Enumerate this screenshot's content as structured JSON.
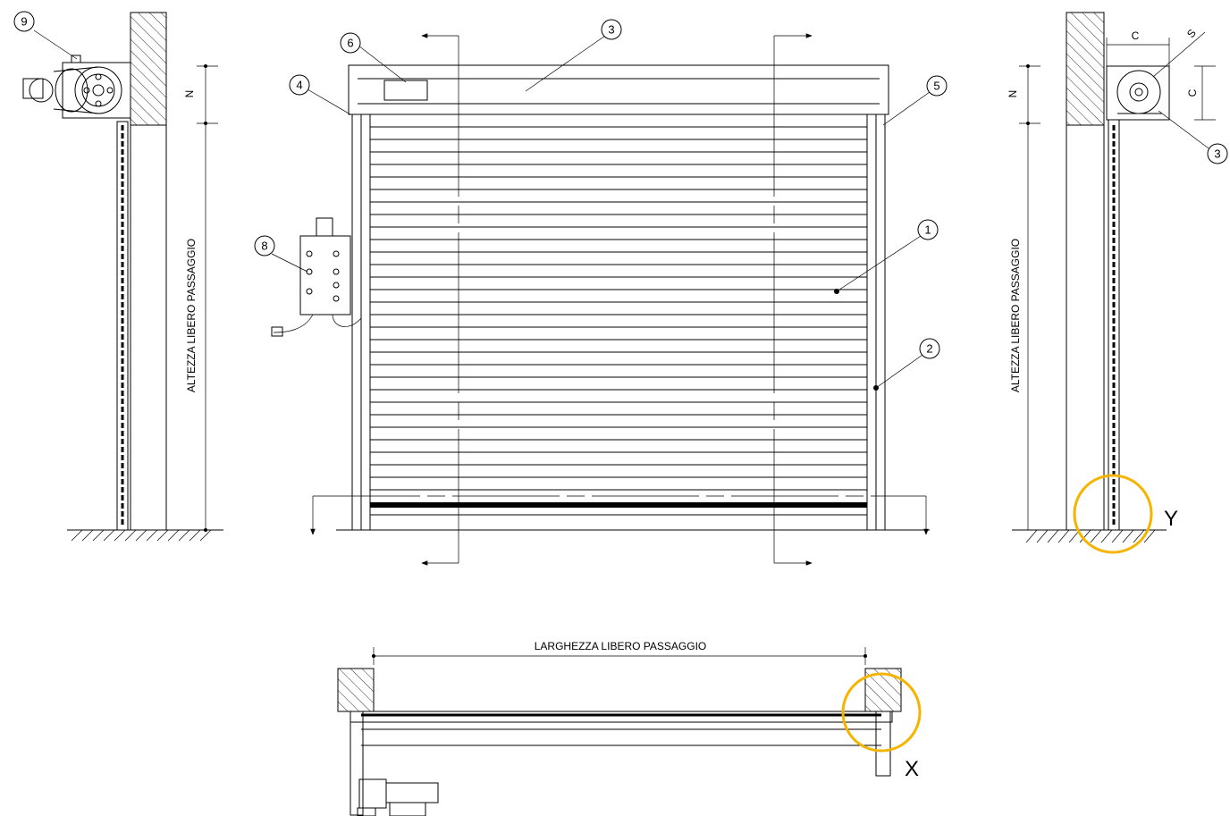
{
  "labels": {
    "altezza_left": "ALTEZZA LIBERO PASSAGGIO",
    "altezza_right": "ALTEZZA LIBERO PASSAGGIO",
    "larghezza": "LARGHEZZA LIBERO PASSAGGIO",
    "n_left": "N",
    "n_right": "N",
    "c_top": "C",
    "c_side": "C",
    "s": "S",
    "detail_y": "Y",
    "detail_x": "X"
  },
  "callouts": {
    "c1": "1",
    "c2": "2",
    "c3": "3",
    "c3b": "3",
    "c4": "4",
    "c5": "5",
    "c6": "6",
    "c8": "8",
    "c9": "9"
  },
  "colors": {
    "line": "#000000",
    "highlight": "#f4b400",
    "background": "#ffffff"
  }
}
